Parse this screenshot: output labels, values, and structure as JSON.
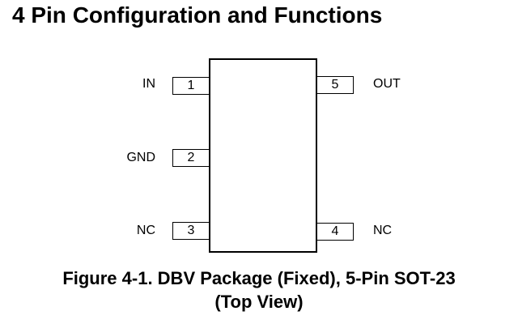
{
  "section_title": "4 Pin Configuration and Functions",
  "pins": [
    {
      "number": "1",
      "name": "IN"
    },
    {
      "number": "2",
      "name": "GND"
    },
    {
      "number": "3",
      "name": "NC"
    },
    {
      "number": "4",
      "name": "NC"
    },
    {
      "number": "5",
      "name": "OUT"
    }
  ],
  "caption": {
    "line1": "Figure 4-1. DBV Package (Fixed), 5-Pin SOT-23",
    "line2": "(Top View)"
  }
}
